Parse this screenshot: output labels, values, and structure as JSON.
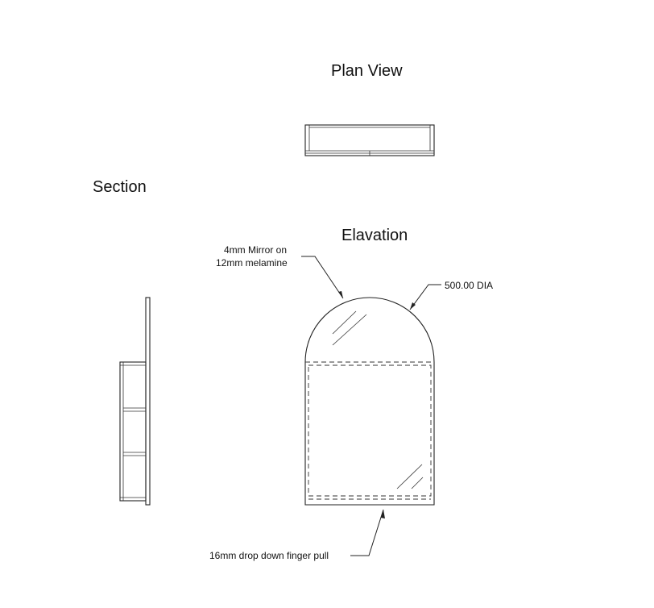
{
  "views": {
    "plan_title": "Plan View",
    "section_title": "Section",
    "elevation_title": "Elavation"
  },
  "annotations": {
    "mirror_line1": "4mm Mirror on",
    "mirror_line2": "12mm melamine",
    "diameter": "500.00 DIA",
    "finger_pull": "16mm drop down finger pull"
  }
}
